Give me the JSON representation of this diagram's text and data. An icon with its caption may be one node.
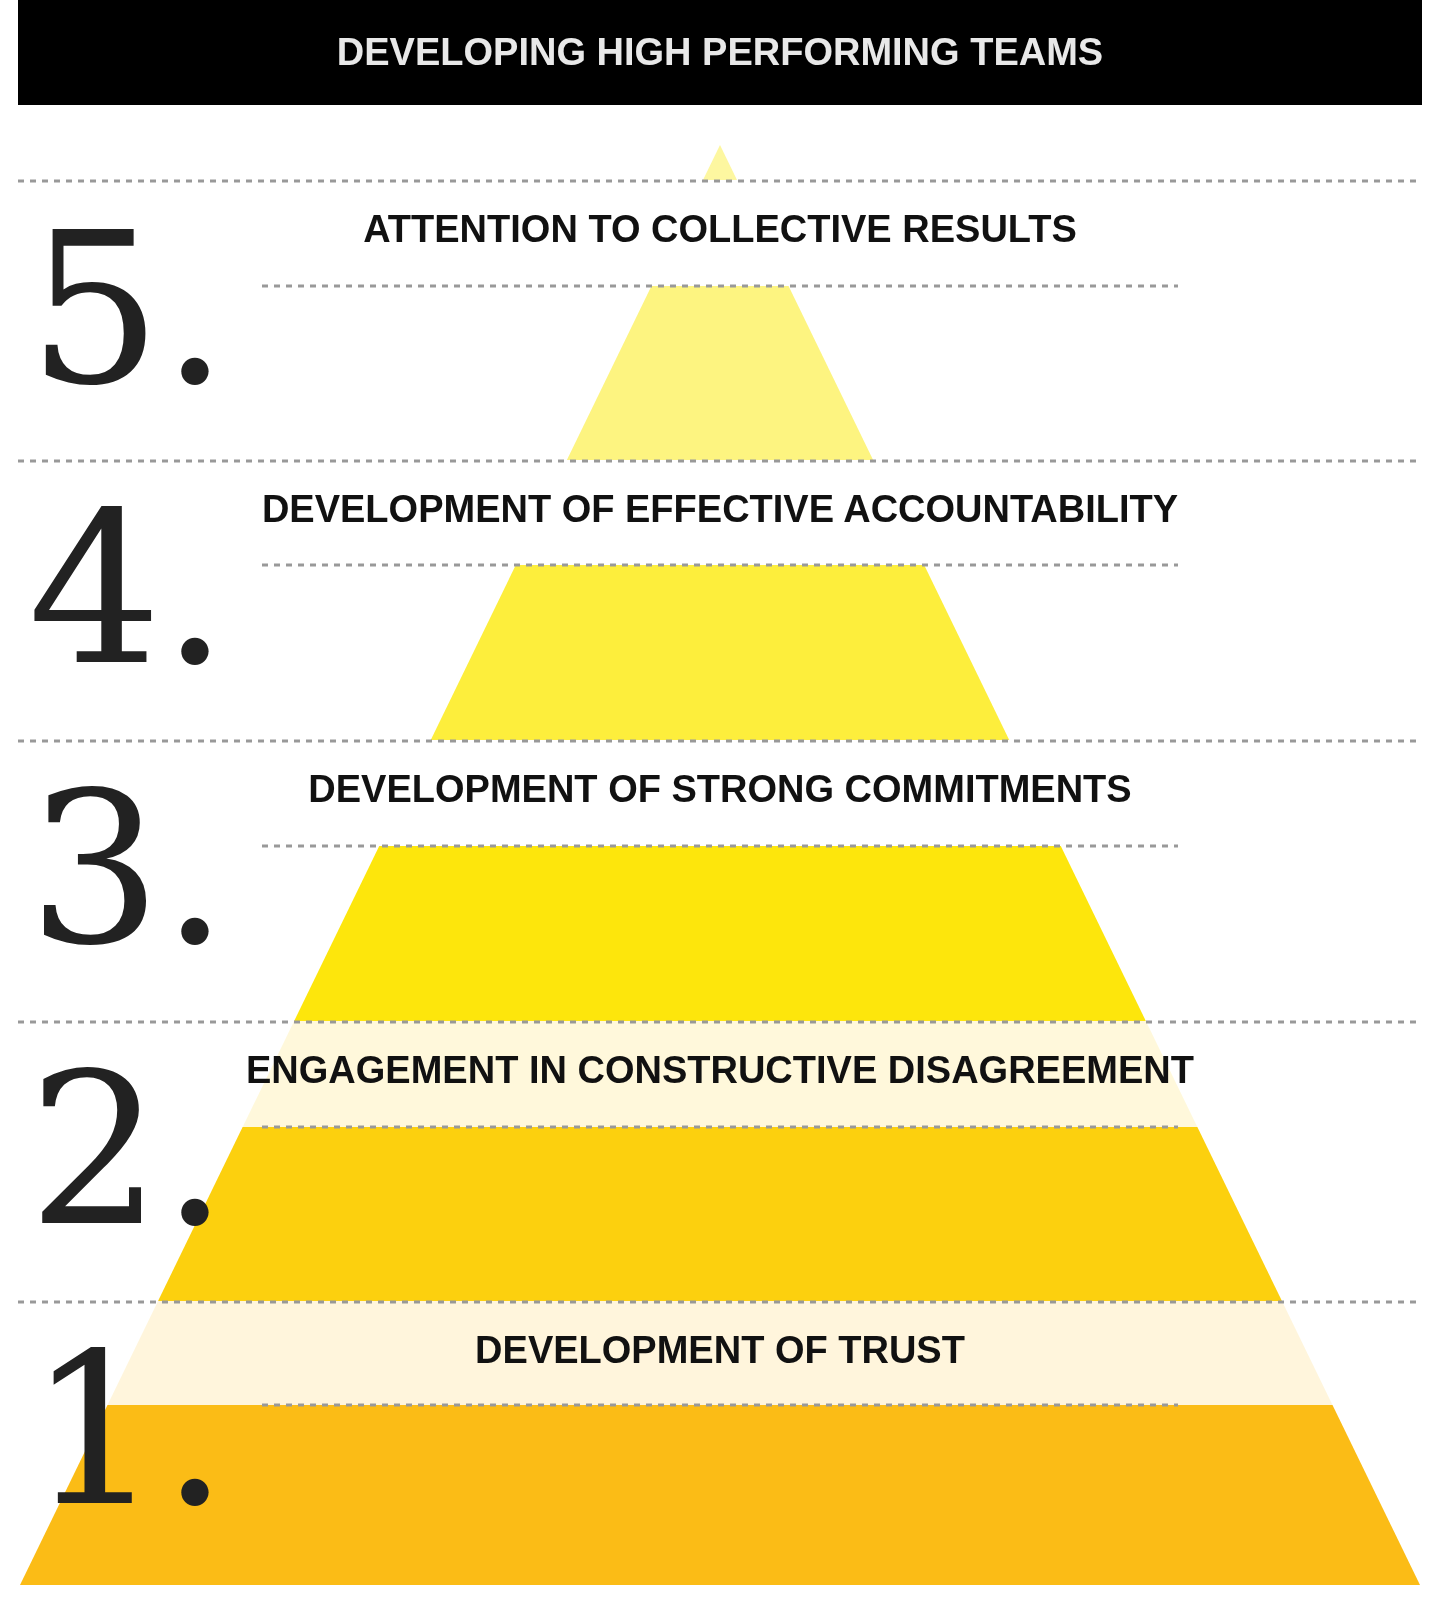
{
  "diagram": {
    "title": "DEVELOPING HIGH PERFORMING TEAMS",
    "nodes": [
      {
        "text": [
          "5.",
          "ATTENTION TO COLLECTIVE RESULTS"
        ]
      },
      {
        "text": [
          "4.",
          "DEVELOPMENT OF EFFECTIVE ACCOUNTABILITY"
        ]
      },
      {
        "text": [
          "3.",
          "DEVELOPMENT OF STRONG COMMITMENTS"
        ]
      },
      {
        "text": [
          "2.",
          "ENGAGEMENT IN CONSTRUCTIVE DISAGREEMENT"
        ]
      },
      {
        "text": [
          "1.",
          "DEVELOPMENT OF TRUST"
        ]
      }
    ],
    "edges": []
  }
}
